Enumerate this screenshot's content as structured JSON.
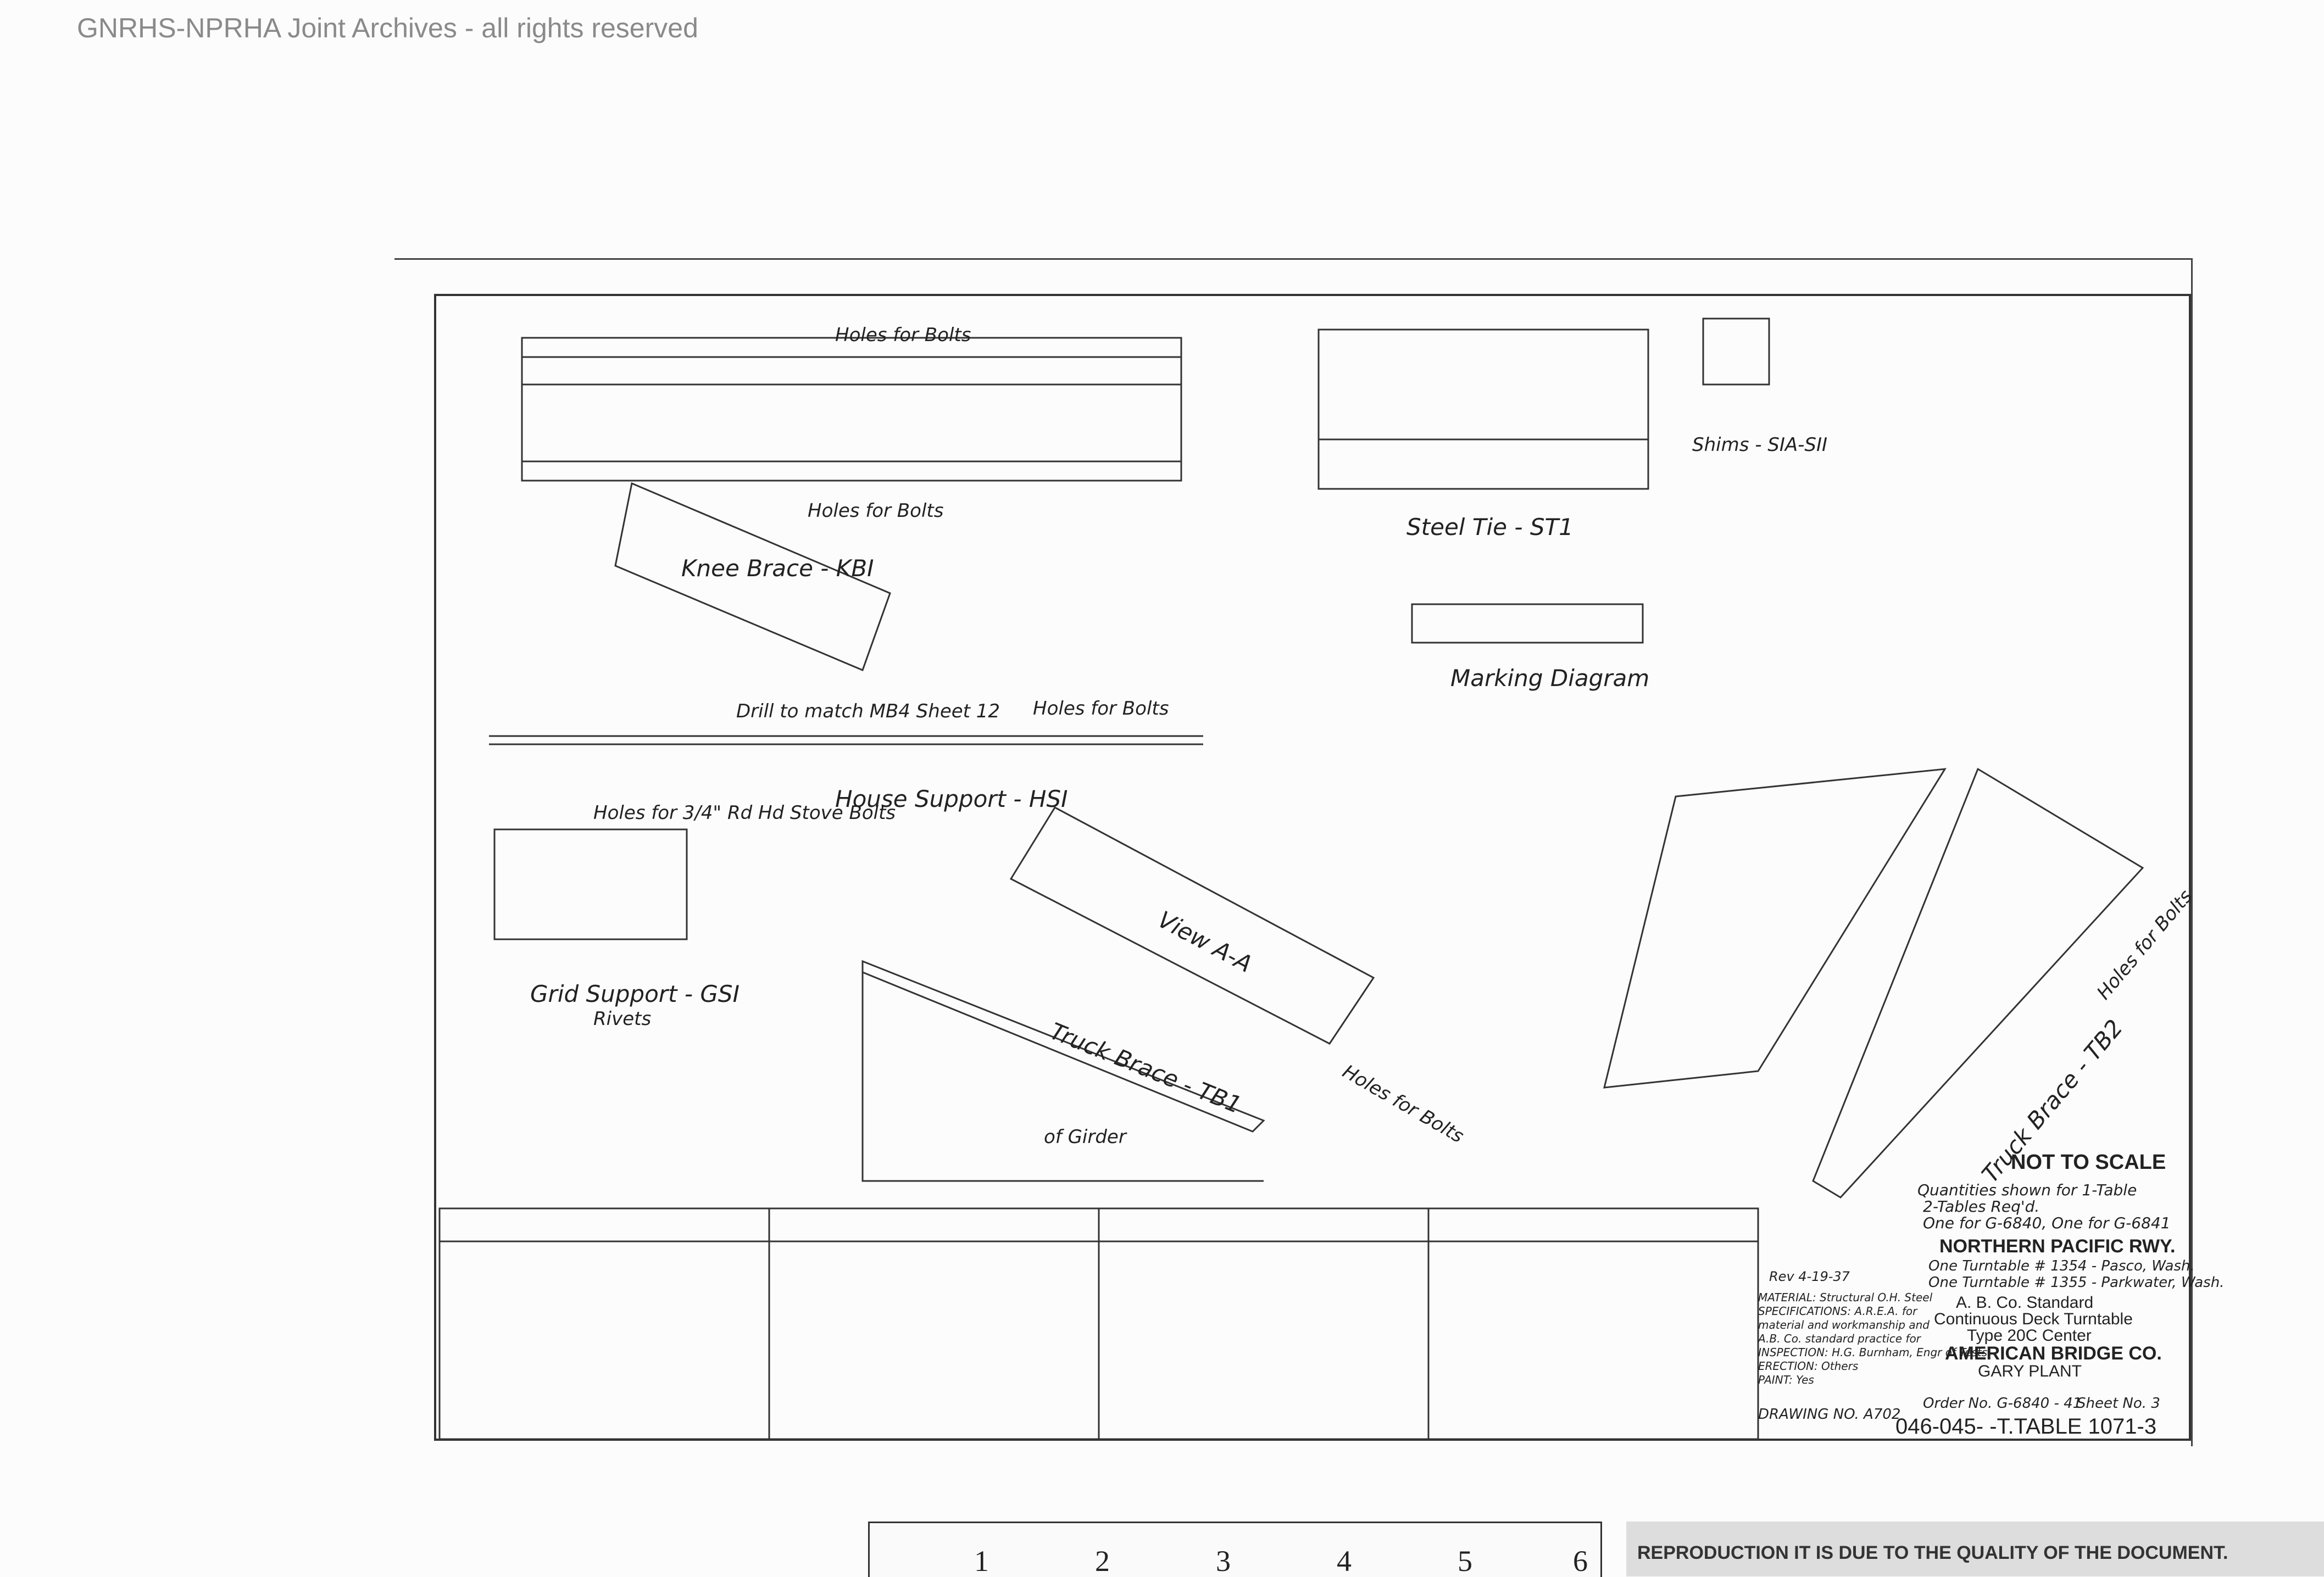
{
  "header": {
    "archive_note": "GNRHS-NPRHA Joint Archives - all rights reserved"
  },
  "drawing_labels": {
    "holes_for_bolts_top": "Holes for Bolts",
    "house_support": "House Support - HSI",
    "knee_brace": "Knee Brace - KBI",
    "holes_for_bolts_knee": "Holes for Bolts",
    "drill_note": "Drill to match MB4 Sheet 12",
    "holes_for_bolts_mid": "Holes for Bolts",
    "steel_tie": "Steel Tie - ST1",
    "shims": "Shims - SIA-SII",
    "marking_diagram": "Marking Diagram",
    "grid_support": "Grid Support - GSI",
    "holes_grid": "Holes for 3/4\" Rd Hd Stove Bolts",
    "rivets": "Rivets",
    "view_aa": "View A-A",
    "truck_brace_tb1": "Truck Brace - TB1",
    "truck_brace_tb2": "Truck Brace - TB2",
    "holes_for_bolts_tb1": "Holes for Bolts",
    "holes_for_bolts_tb2": "Holes for Bolts",
    "center_girder": "of Girder"
  },
  "notes": {
    "not_to_scale": "NOT TO SCALE",
    "quantities_1": "Quantities shown for 1-Table",
    "quantities_2": "2-Tables Req'd.",
    "quantities_3": "One for G-6840, One for G-6841"
  },
  "title_block": {
    "railway": "NORTHERN PACIFIC RWY.",
    "turntable_1": "One Turntable # 1354 - Pasco, Wash.",
    "turntable_2": "One Turntable # 1355 - Parkwater, Wash.",
    "standard": "A. B. Co. Standard",
    "type": "Continuous Deck Turntable",
    "tons": "Type 20C Center",
    "company": "AMERICAN BRIDGE CO.",
    "plant": "GARY PLANT",
    "order": "Order No. G-6840 - 41",
    "sheet": "Sheet No. 3",
    "drawing_no": "DRAWING NO. A702",
    "rev": "Rev 4-19-37"
  },
  "spec_notes": [
    "MATERIAL: Structural O.H. Steel",
    "SPECIFICATIONS: A.R.E.A. for",
    "material and workmanship and",
    "A.B. Co. standard practice for",
    "INSPECTION: H.G. Burnham, Engr of Tests",
    "ERECTION: Others",
    "PAINT: Yes"
  ],
  "file_number": "046-045- -T.TABLE 1071-3",
  "ruler": {
    "marks": [
      "1",
      "2",
      "3",
      "4",
      "5",
      "6"
    ]
  },
  "footer_stamp": "REPRODUCTION IT IS DUE TO THE QUALITY OF THE DOCUMENT."
}
